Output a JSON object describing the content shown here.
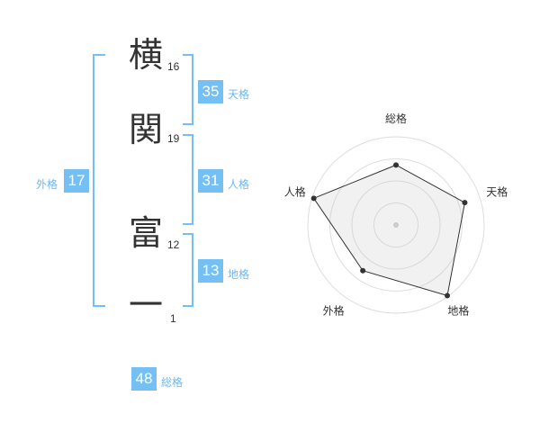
{
  "name_chars": [
    {
      "char": "横",
      "strokes": "16"
    },
    {
      "char": "関",
      "strokes": "19"
    },
    {
      "char": "富",
      "strokes": "12"
    },
    {
      "char": "一",
      "strokes": "1"
    }
  ],
  "fortunes": {
    "tenkaku": {
      "value": "35",
      "label": "天格"
    },
    "jinkaku": {
      "value": "31",
      "label": "人格"
    },
    "chikaku": {
      "value": "13",
      "label": "地格"
    },
    "gaikaku": {
      "value": "17",
      "label": "外格"
    },
    "soukaku": {
      "value": "48",
      "label": "総格"
    }
  },
  "colors": {
    "accent": "#74c0f5",
    "label": "#6ab9f2",
    "text": "#333333"
  },
  "chart_data": {
    "type": "radar",
    "axes": [
      "総格",
      "天格",
      "地格",
      "外格",
      "人格"
    ],
    "values": [
      0.68,
      0.82,
      0.99,
      0.64,
      0.98
    ],
    "range": [
      0,
      1
    ],
    "rings": 4
  }
}
